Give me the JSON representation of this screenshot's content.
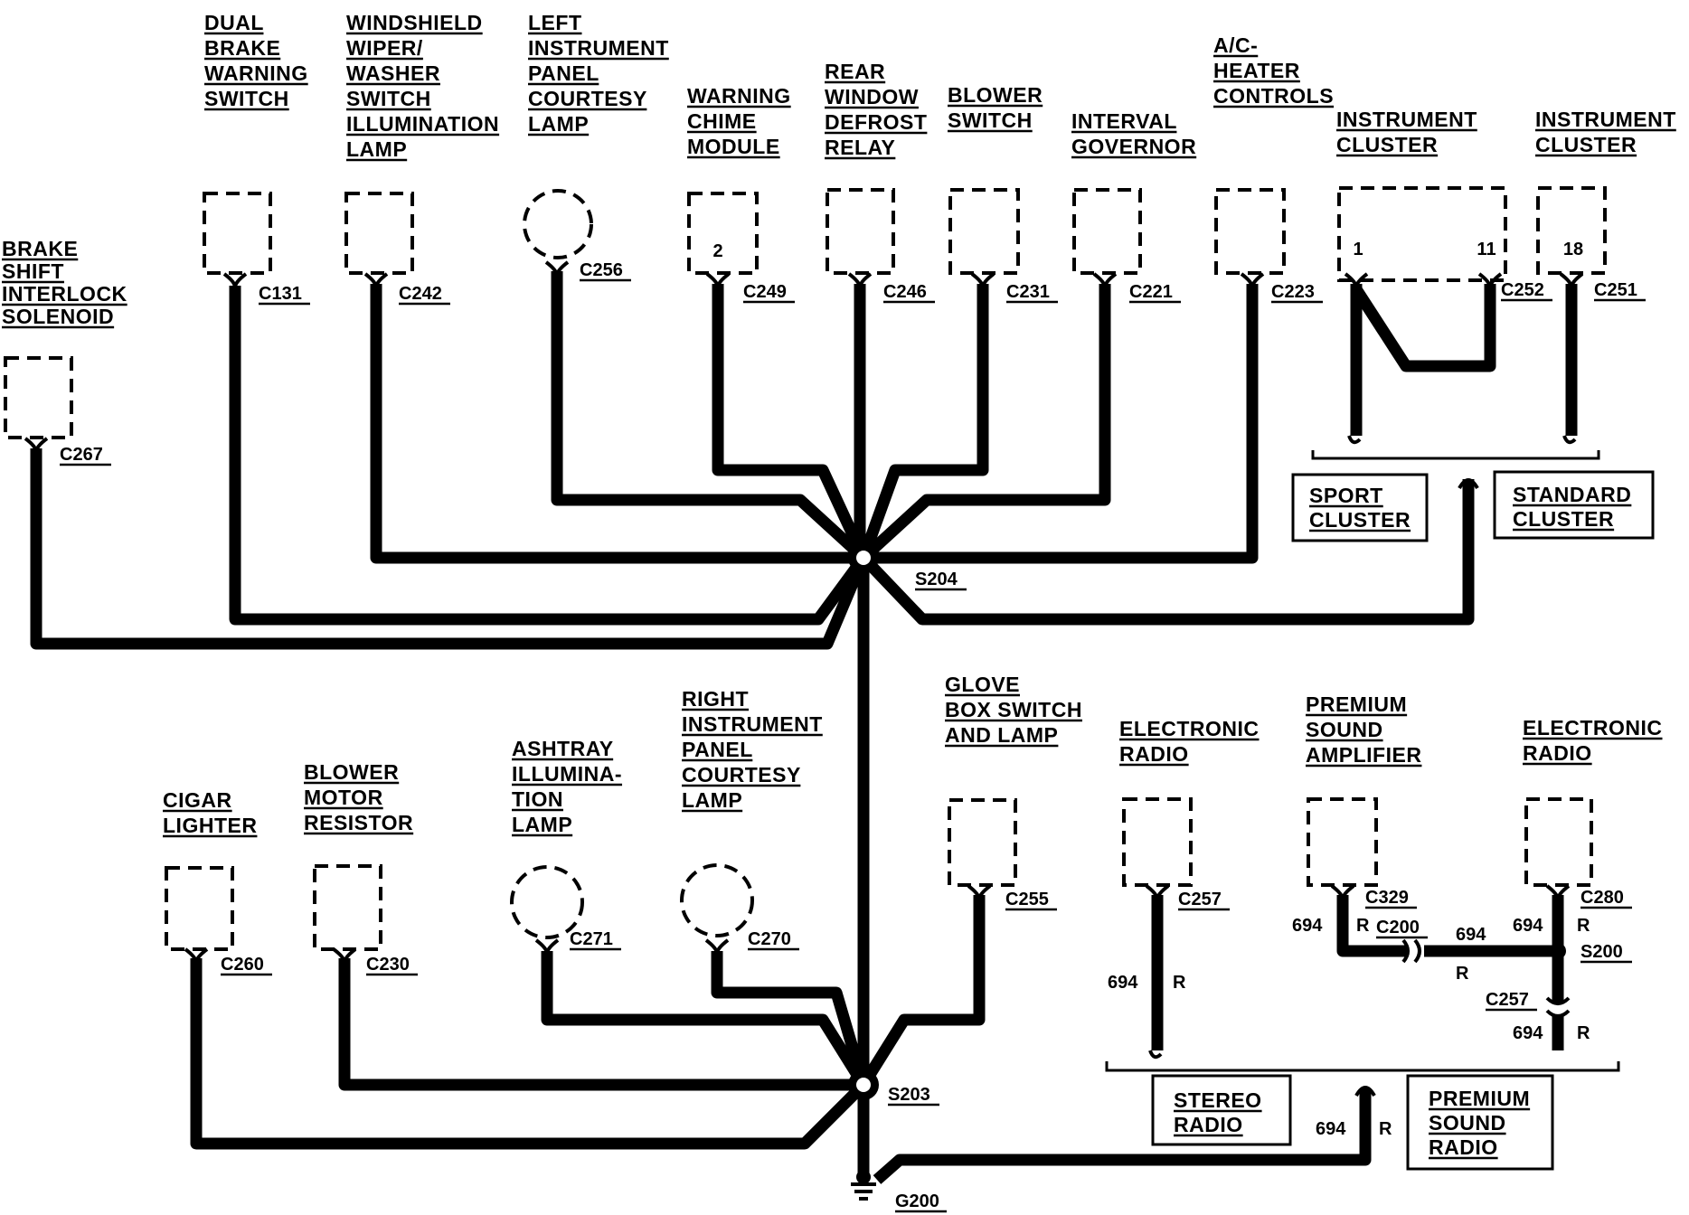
{
  "top_components": [
    {
      "label_lines": [
        "DUAL",
        "BRAKE",
        "WARNING",
        "SWITCH"
      ],
      "connector": "C131"
    },
    {
      "label_lines": [
        "WINDSHIELD",
        "WIPER/",
        "WASHER",
        "SWITCH",
        "ILLUMINATION",
        "LAMP"
      ],
      "connector": "C242"
    },
    {
      "label_lines": [
        "LEFT",
        "INSTRUMENT",
        "PANEL",
        "COURTESY",
        "LAMP"
      ],
      "connector": "C256"
    },
    {
      "label_lines": [
        "WARNING",
        "CHIME",
        "MODULE"
      ],
      "connector": "C249",
      "pin": "2"
    },
    {
      "label_lines": [
        "REAR",
        "WINDOW",
        "DEFROST",
        "RELAY"
      ],
      "connector": "C246"
    },
    {
      "label_lines": [
        "BLOWER",
        "SWITCH"
      ],
      "connector": "C231"
    },
    {
      "label_lines": [
        "INTERVAL",
        "GOVERNOR"
      ],
      "connector": "C221"
    },
    {
      "label_lines": [
        "A/C-",
        "HEATER",
        "CONTROLS"
      ],
      "connector": "C223"
    },
    {
      "label_lines": [
        "INSTRUMENT",
        "CLUSTER"
      ],
      "connector": "C252",
      "pins": [
        "1",
        "11"
      ]
    },
    {
      "label_lines": [
        "INSTRUMENT",
        "CLUSTER"
      ],
      "connector": "C251",
      "pin": "18"
    },
    {
      "label_lines": [
        "BRAKE",
        "SHIFT",
        "INTERLOCK",
        "SOLENOID"
      ],
      "connector": "C267"
    }
  ],
  "bottom_components": [
    {
      "label_lines": [
        "CIGAR",
        "LIGHTER"
      ],
      "connector": "C260"
    },
    {
      "label_lines": [
        "BLOWER",
        "MOTOR",
        "RESISTOR"
      ],
      "connector": "C230"
    },
    {
      "label_lines": [
        "ASHTRAY",
        "ILLUMINA-",
        "TION",
        "LAMP"
      ],
      "connector": "C271"
    },
    {
      "label_lines": [
        "RIGHT",
        "INSTRUMENT",
        "PANEL",
        "COURTESY",
        "LAMP"
      ],
      "connector": "C270"
    },
    {
      "label_lines": [
        "GLOVE",
        "BOX SWITCH",
        "AND LAMP"
      ],
      "connector": "C255"
    },
    {
      "label_lines": [
        "ELECTRONIC",
        "RADIO"
      ],
      "connector": "C257"
    },
    {
      "label_lines": [
        "PREMIUM",
        "SOUND",
        "AMPLIFIER"
      ],
      "connector": "C329"
    },
    {
      "label_lines": [
        "ELECTRONIC",
        "RADIO"
      ],
      "connector": "C280"
    }
  ],
  "variant_boxes": {
    "sport_cluster": [
      "SPORT",
      "CLUSTER"
    ],
    "standard_cluster": [
      "STANDARD",
      "CLUSTER"
    ],
    "stereo_radio": [
      "STEREO",
      "RADIO"
    ],
    "premium_sound_radio": [
      "PREMIUM",
      "SOUND",
      "RADIO"
    ]
  },
  "splices": {
    "s204": "S204",
    "s203": "S203",
    "s200": "S200"
  },
  "ground": "G200",
  "inline_connectors": {
    "c200": "C200",
    "c257_lower": "C257"
  },
  "wire_labels": {
    "circuit": "694",
    "color": "R"
  }
}
